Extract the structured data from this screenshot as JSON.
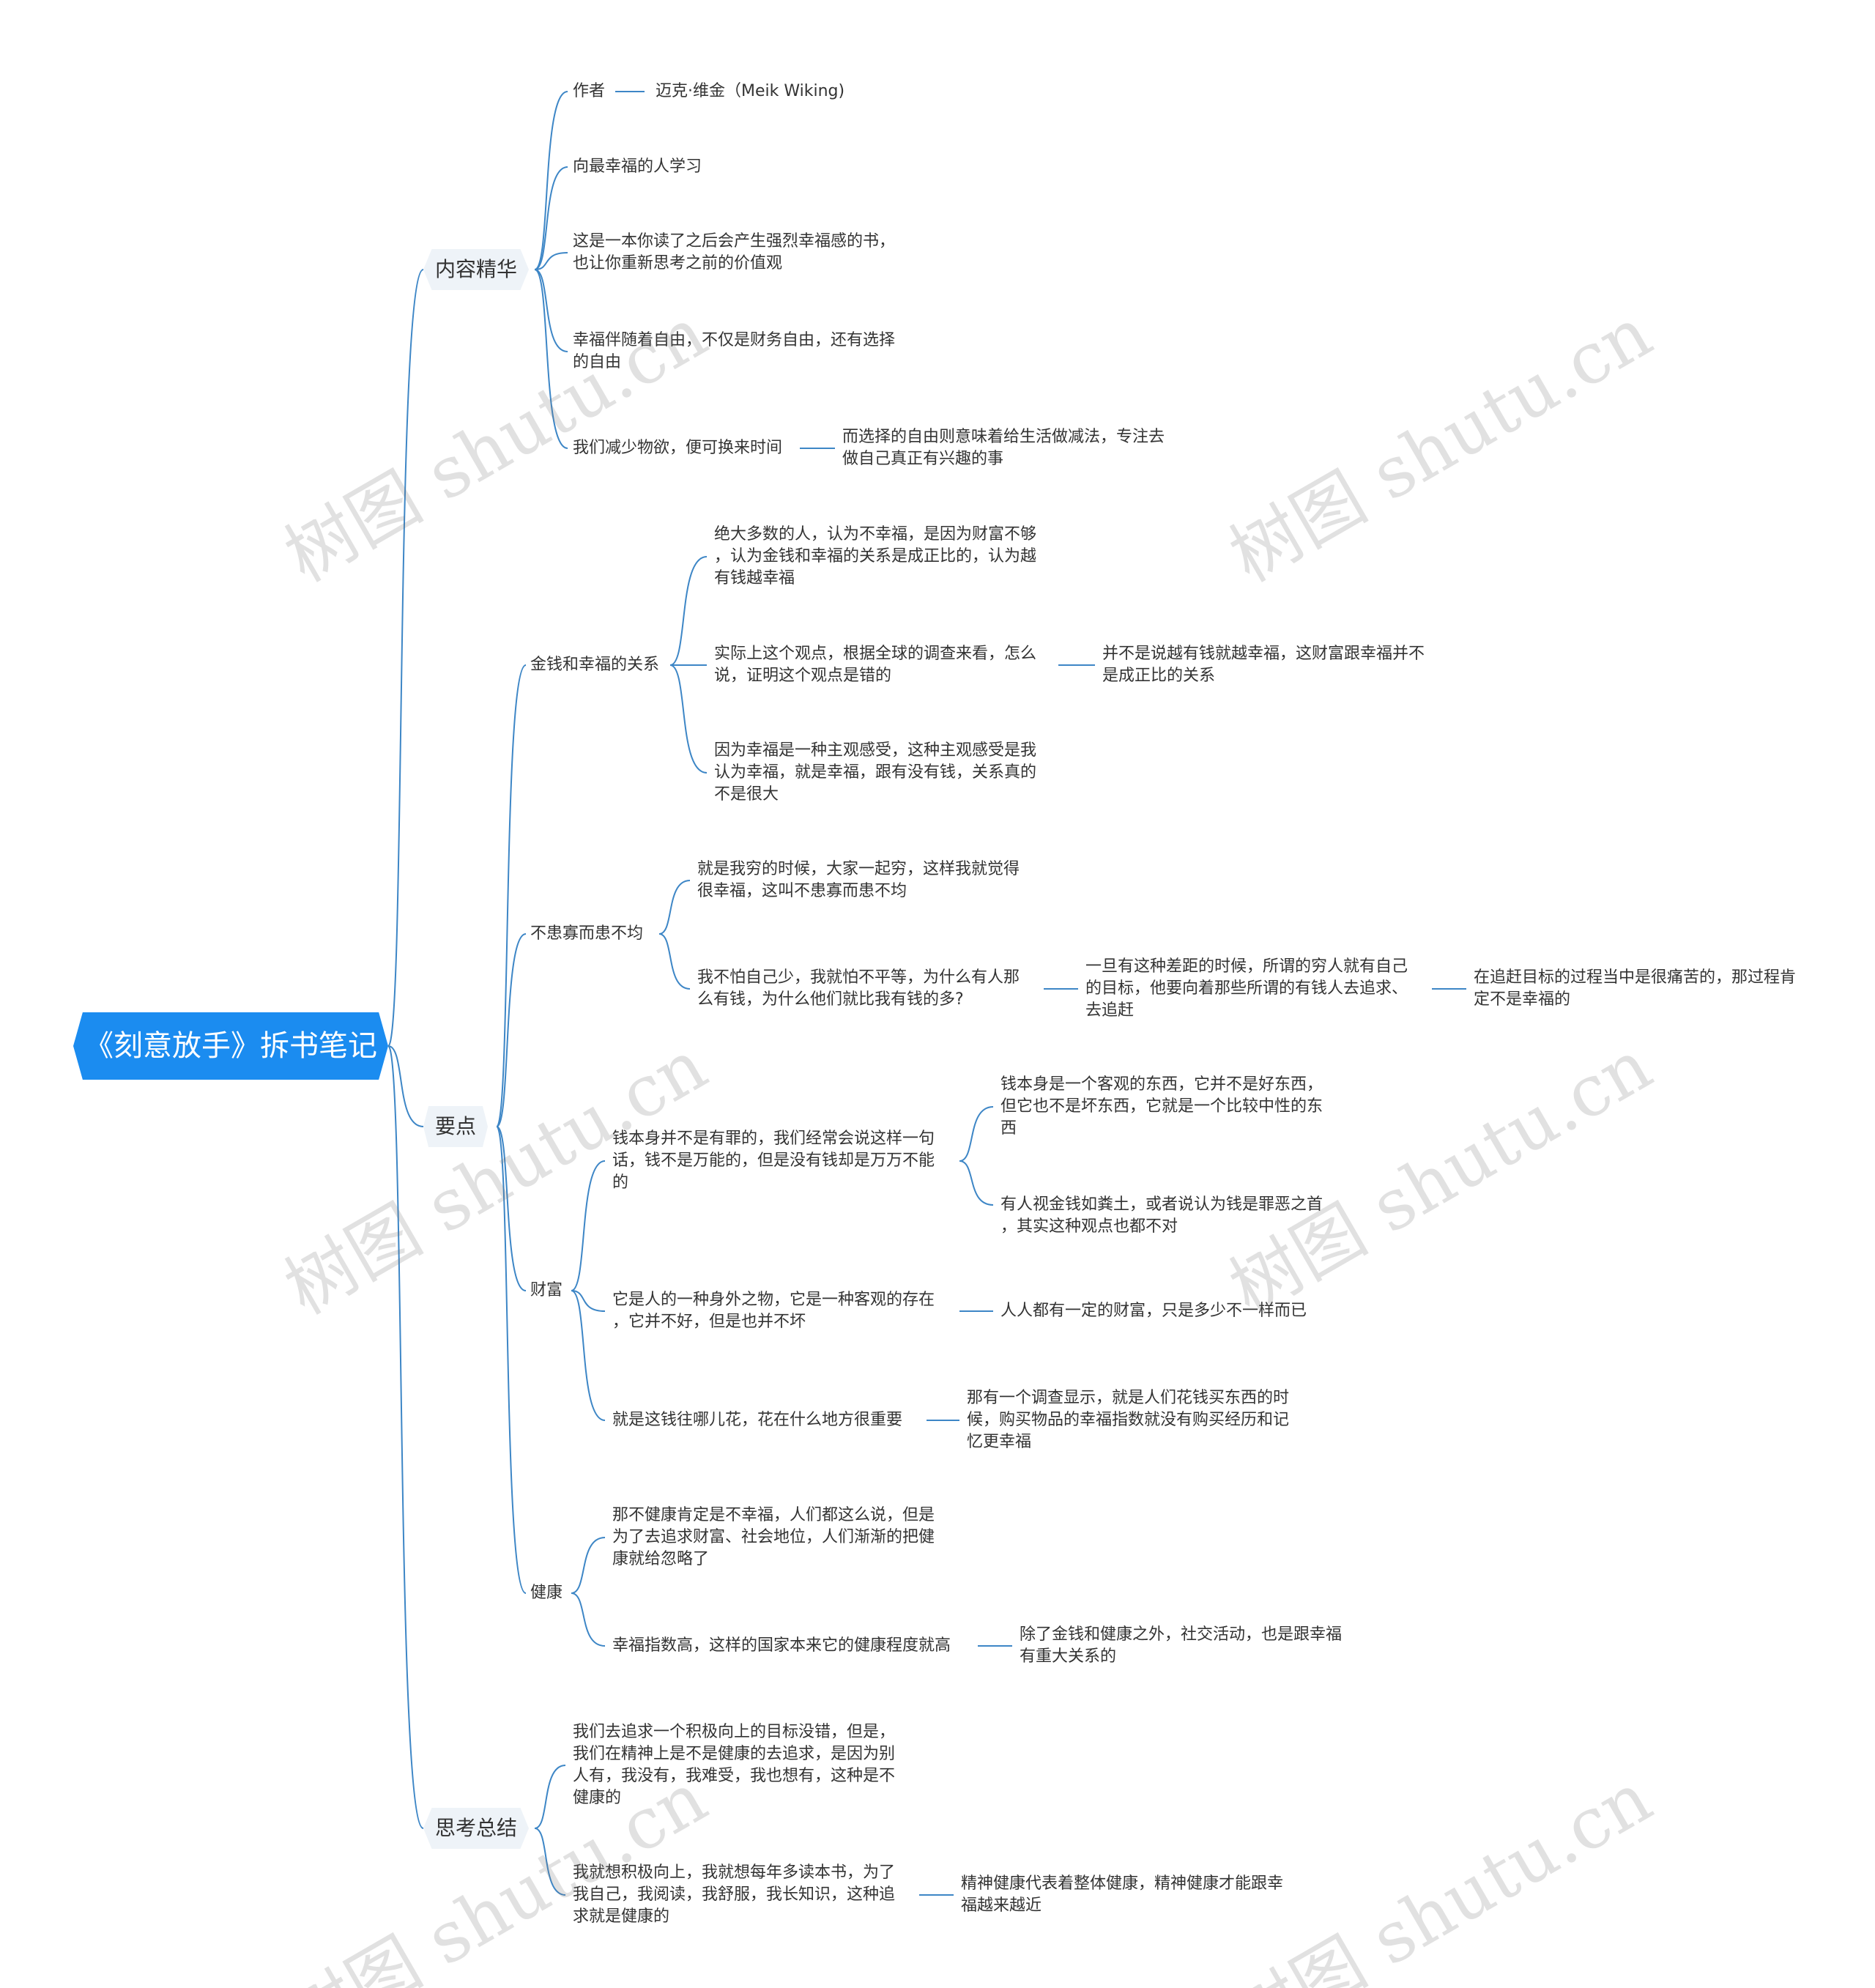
{
  "root": {
    "label": "《刻意放手》拆书笔记"
  },
  "branches": [
    {
      "label": "内容精华",
      "children": [
        {
          "label": "作者",
          "children": [
            {
              "label": "迈克·维金（Meik Wiking)"
            }
          ]
        },
        {
          "label": "向最幸福的人学习"
        },
        {
          "label": "这是一本你读了之后会产生强烈幸福感的书，\n也让你重新思考之前的价值观"
        },
        {
          "label": "幸福伴随着自由，不仅是财务自由，还有选择\n的自由"
        },
        {
          "label": "我们减少物欲，便可换来时间",
          "children": [
            {
              "label": "而选择的自由则意味着给生活做减法，专注去\n做自己真正有兴趣的事"
            }
          ]
        }
      ]
    },
    {
      "label": "要点",
      "children": [
        {
          "label": "金钱和幸福的关系",
          "children": [
            {
              "label": "绝大多数的人，认为不幸福，是因为财富不够\n，认为金钱和幸福的关系是成正比的，认为越\n有钱越幸福"
            },
            {
              "label": "实际上这个观点，根据全球的调查来看，怎么\n说，证明这个观点是错的",
              "children": [
                {
                  "label": "并不是说越有钱就越幸福，这财富跟幸福并不\n是成正比的关系"
                }
              ]
            },
            {
              "label": "因为幸福是一种主观感受，这种主观感受是我\n认为幸福，就是幸福，跟有没有钱，关系真的\n不是很大"
            }
          ]
        },
        {
          "label": "不患寡而患不均",
          "children": [
            {
              "label": "就是我穷的时候，大家一起穷，这样我就觉得\n很幸福，这叫不患寡而患不均"
            },
            {
              "label": "我不怕自己少，我就怕不平等，为什么有人那\n么有钱，为什么他们就比我有钱的多?",
              "children": [
                {
                  "label": "一旦有这种差距的时候，所谓的穷人就有自己\n的目标，他要向着那些所谓的有钱人去追求、\n去追赶",
                  "children": [
                    {
                      "label": "在追赶目标的过程当中是很痛苦的，那过程肯\n定不是幸福的"
                    }
                  ]
                }
              ]
            }
          ]
        },
        {
          "label": "财富",
          "children": [
            {
              "label": "钱本身并不是有罪的，我们经常会说这样一句\n话，钱不是万能的，但是没有钱却是万万不能\n的",
              "children": [
                {
                  "label": "钱本身是一个客观的东西，它并不是好东西，\n但它也不是坏东西，它就是一个比较中性的东\n西"
                },
                {
                  "label": "有人视金钱如粪土，或者说认为钱是罪恶之首\n，其实这种观点也都不对"
                }
              ]
            },
            {
              "label": "它是人的一种身外之物，它是一种客观的存在\n，它并不好，但是也并不坏",
              "children": [
                {
                  "label": "人人都有一定的财富，只是多少不一样而已"
                }
              ]
            },
            {
              "label": "就是这钱往哪儿花，花在什么地方很重要",
              "children": [
                {
                  "label": "那有一个调查显示，就是人们花钱买东西的时\n候，购买物品的幸福指数就没有购买经历和记\n忆更幸福"
                }
              ]
            }
          ]
        },
        {
          "label": "健康",
          "children": [
            {
              "label": "那不健康肯定是不幸福，人们都这么说，但是\n为了去追求财富、社会地位，人们渐渐的把健\n康就给忽略了"
            },
            {
              "label": "幸福指数高，这样的国家本来它的健康程度就高",
              "children": [
                {
                  "label": "除了金钱和健康之外，社交活动，也是跟幸福\n有重大关系的"
                }
              ]
            }
          ]
        }
      ]
    },
    {
      "label": "思考总结",
      "children": [
        {
          "label": "我们去追求一个积极向上的目标没错，但是，\n我们在精神上是不是健康的去追求，是因为别\n人有，我没有，我难受，我也想有，这种是不\n健康的"
        },
        {
          "label": "我就想积极向上，我就想每年多读本书，为了\n我自己，我阅读，我舒服，我长知识，这种追\n求就是健康的",
          "children": [
            {
              "label": "精神健康代表着整体健康，精神健康才能跟幸\n福越来越近"
            }
          ]
        }
      ]
    }
  ],
  "watermark": "树图 shutu.cn",
  "colors": {
    "root_fill": "#1b8cf0",
    "line": "#3d86c6",
    "main_fill": "#eef3f8",
    "text": "#333333"
  }
}
